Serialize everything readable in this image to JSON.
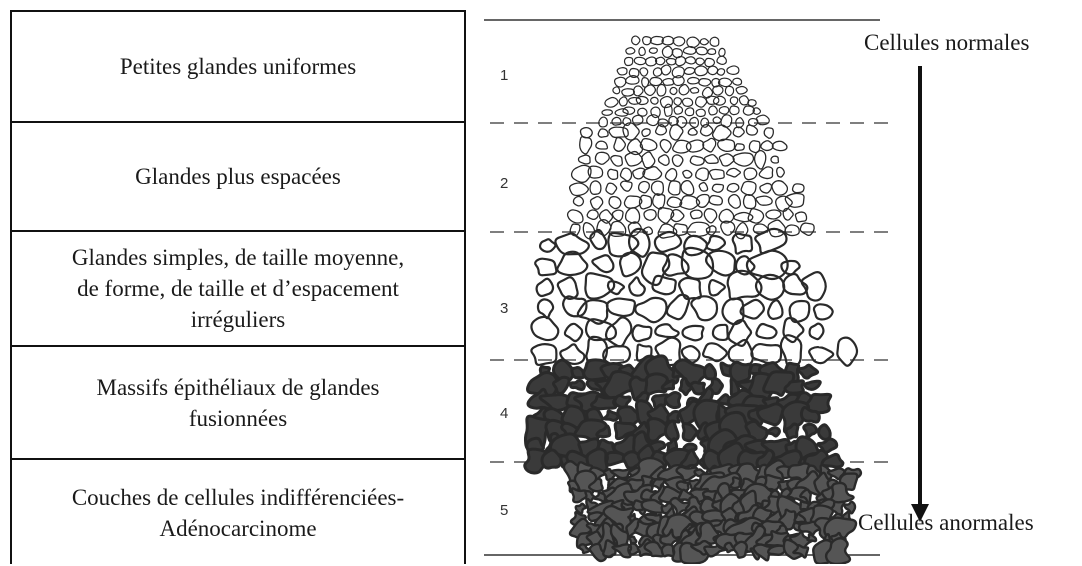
{
  "rows": [
    {
      "id": 1,
      "lines": [
        "Petites glandes uniformes"
      ]
    },
    {
      "id": 2,
      "lines": [
        "Glandes plus espacées"
      ]
    },
    {
      "id": 3,
      "lines": [
        "Glandes simples, de taille moyenne,",
        "de forme, de taille et d’espacement",
        "irréguliers"
      ]
    },
    {
      "id": 4,
      "lines": [
        "Massifs épithéliaux de glandes",
        "fusionnées"
      ]
    },
    {
      "id": 5,
      "lines": [
        "Couches de cellules indifférenciées-",
        "Adénocarcinome"
      ]
    }
  ],
  "figure": {
    "grade_numbers": [
      "1",
      "2",
      "3",
      "4",
      "5"
    ],
    "top_label": "Cellules normales",
    "bottom_label": "Cellules anormales",
    "ink_color": "#2a2a2a"
  }
}
